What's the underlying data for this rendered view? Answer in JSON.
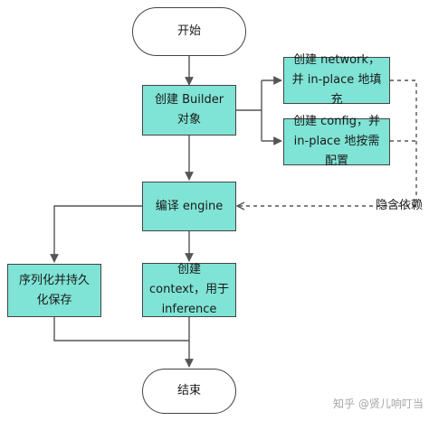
{
  "flowchart": {
    "start": "开始",
    "create_builder": "创建 Builder 对象",
    "create_network": "创建 network，并 in-place 地填充",
    "create_config": "创建 config，并 in-place 地按需配置",
    "compile_engine": "编译 engine",
    "serialize": "序列化并持久化保存",
    "create_context": "创建 context，用于 inference",
    "end": "结束",
    "implicit_dependency": "隐含依赖"
  },
  "colors": {
    "box_fill": "#7fe3d5",
    "border": "#444444",
    "arrow": "#555555"
  },
  "watermark": "知乎 @贤儿响叮当"
}
